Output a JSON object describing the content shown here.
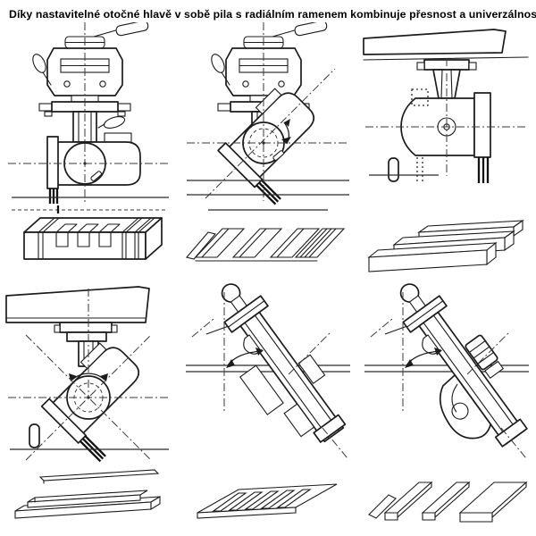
{
  "title": "Díky nastavitelné otočné hlavě v sobě pila s radiálním ramenem kombinuje přesnost a univerzálnost.",
  "colors": {
    "background": "#ffffff",
    "line": "#1c1c1c"
  },
  "panels": [
    {
      "machine": "saw-head-front-view-blade-vertical",
      "workpiece": "board-with-dado-grooves-and-kerfs"
    },
    {
      "machine": "saw-head-tilted-45-degrees-bevel",
      "workpiece": "board-with-45-degree-bevel-strips"
    },
    {
      "machine": "radial-arm-carriage-blade-vertical-rip",
      "workpiece": "three-ripped-boards"
    },
    {
      "machine": "radial-arm-head-tilted-45-bevel-rip",
      "workpiece": "molding-with-raised-profile-and-lath"
    },
    {
      "machine": "radial-arm-rotated-45-top-view-miter",
      "workpiece": "board-with-angled-crosscut-strips"
    },
    {
      "machine": "radial-arm-rotated-45-with-motor-top-view",
      "workpiece": "mitered-parallelogram-pieces"
    }
  ]
}
